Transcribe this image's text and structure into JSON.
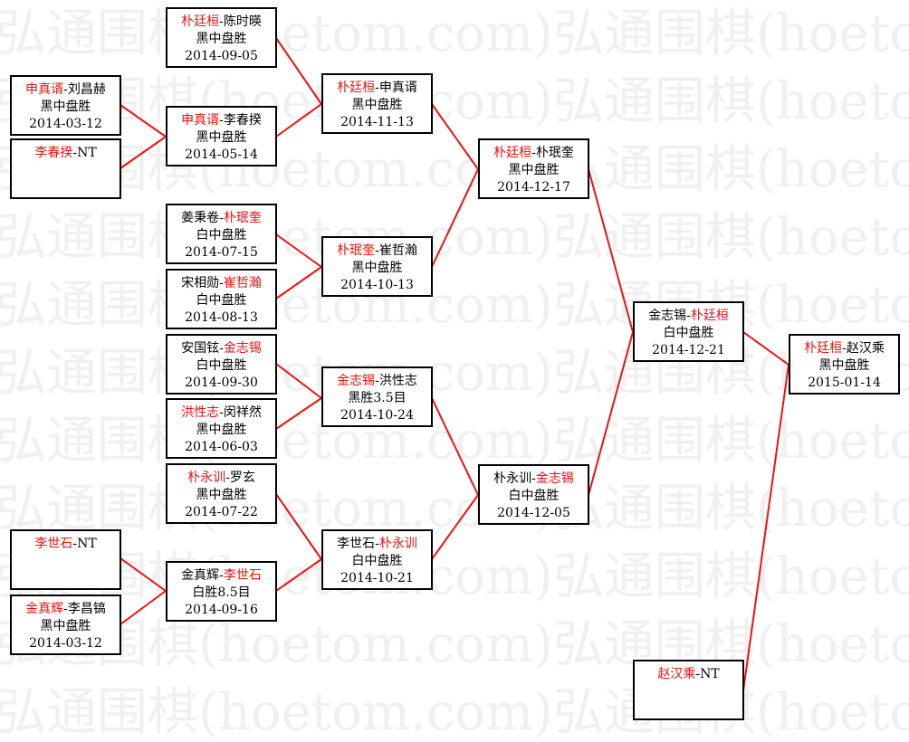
{
  "watermark": {
    "lines": [
      "弘通围棋(hoetom.com)弘通围棋(hoetom.com)",
      "弘通围棋(hoetom.com)弘通围棋(hoetom.com)",
      "弘通围棋(hoetom.com)弘通围棋(hoetom.com)",
      "弘通围棋(hoetom.com)弘通围棋(hoetom.com)",
      "弘通围棋(hoetom.com)弘通围棋(hoetom.com)",
      "弘通围棋(hoetom.com)弘通围棋(hoetom.com)",
      "弘通围棋(hoetom.com)弘通围棋(hoetom.com)",
      "弘通围棋(hoetom.com)弘通围棋(hoetom.com)",
      "弘通围棋(hoetom.com)弘通围棋(hoetom.com)",
      "弘通围棋(hoetom.com)弘通围棋(hoetom.com)",
      "弘通围棋(hoetom.com)弘通围棋(hoetom.com)"
    ]
  },
  "colors": {
    "winner": "#ee1111",
    "connector": "#ee1111",
    "border": "#000000"
  },
  "matches": [
    {
      "id": "m1",
      "winner": "a",
      "p1": "申真谞",
      "p2": "刘昌赫",
      "result": "黑中盘胜",
      "date": "2014-03-12"
    },
    {
      "id": "m2",
      "winner": "a",
      "p1": "李春揆",
      "p2": "NT",
      "result": "",
      "date": ""
    },
    {
      "id": "m3",
      "winner": "a",
      "p1": "朴廷桓",
      "p2": "陈时暎",
      "result": "黑中盘胜",
      "date": "2014-09-05"
    },
    {
      "id": "m4",
      "winner": "a",
      "p1": "申真谞",
      "p2": "李春揆",
      "result": "黑中盘胜",
      "date": "2014-05-14"
    },
    {
      "id": "m5",
      "winner": "b",
      "p1": "姜秉卷",
      "p2": "朴珉奎",
      "result": "白中盘胜",
      "date": "2014-07-15"
    },
    {
      "id": "m6",
      "winner": "b",
      "p1": "宋相勋",
      "p2": "崔哲瀚",
      "result": "白中盘胜",
      "date": "2014-08-13"
    },
    {
      "id": "m7",
      "winner": "b",
      "p1": "安国铉",
      "p2": "金志锡",
      "result": "白中盘胜",
      "date": "2014-09-30"
    },
    {
      "id": "m8",
      "winner": "a",
      "p1": "洪性志",
      "p2": "闵祥然",
      "result": "黑中盘胜",
      "date": "2014-06-03"
    },
    {
      "id": "m9",
      "winner": "a",
      "p1": "朴永训",
      "p2": "罗玄",
      "result": "黑中盘胜",
      "date": "2014-07-22"
    },
    {
      "id": "m10",
      "winner": "b",
      "p1": "金真辉",
      "p2": "李世石",
      "result": "白胜8.5目",
      "date": "2014-09-16"
    },
    {
      "id": "m11",
      "winner": "a",
      "p1": "李世石",
      "p2": "NT",
      "result": "",
      "date": ""
    },
    {
      "id": "m12",
      "winner": "a",
      "p1": "金真辉",
      "p2": "李昌镐",
      "result": "黑中盘胜",
      "date": "2014-03-12"
    },
    {
      "id": "m13",
      "winner": "a",
      "p1": "朴廷桓",
      "p2": "申真谞",
      "result": "黑中盘胜",
      "date": "2014-11-13"
    },
    {
      "id": "m14",
      "winner": "a",
      "p1": "朴珉奎",
      "p2": "崔哲瀚",
      "result": "黑中盘胜",
      "date": "2014-10-13"
    },
    {
      "id": "m15",
      "winner": "a",
      "p1": "金志锡",
      "p2": "洪性志",
      "result": "黑胜3.5目",
      "date": "2014-10-24"
    },
    {
      "id": "m16",
      "winner": "b",
      "p1": "李世石",
      "p2": "朴永训",
      "result": "白中盘胜",
      "date": "2014-10-21"
    },
    {
      "id": "m17",
      "winner": "a",
      "p1": "朴廷桓",
      "p2": "朴珉奎",
      "result": "黑中盘胜",
      "date": "2014-12-17"
    },
    {
      "id": "m18",
      "winner": "b",
      "p1": "朴永训",
      "p2": "金志锡",
      "result": "白中盘胜",
      "date": "2014-12-05"
    },
    {
      "id": "m19",
      "winner": "b",
      "p1": "金志锡",
      "p2": "朴廷桓",
      "result": "白中盘胜",
      "date": "2014-12-21"
    },
    {
      "id": "m20",
      "winner": "a",
      "p1": "赵汉乘",
      "p2": "NT",
      "result": "",
      "date": ""
    },
    {
      "id": "m21",
      "winner": "a",
      "p1": "朴廷桓",
      "p2": "赵汉乘",
      "result": "黑中盘胜",
      "date": "2015-01-14"
    }
  ]
}
